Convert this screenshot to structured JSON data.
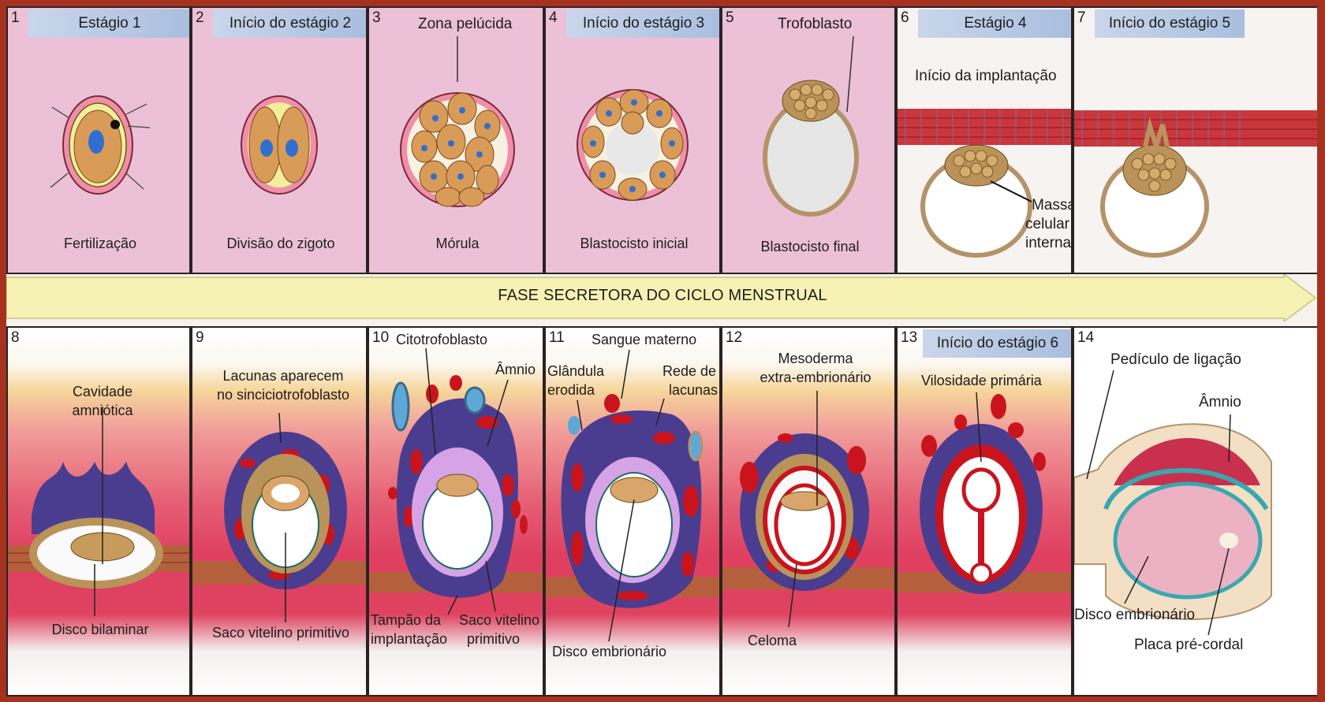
{
  "arrow_label": "FASE SECRETORA DO CICLO MENSTRUAL",
  "stages_top": [
    {
      "n": "1",
      "header": "Estágio 1",
      "caption": "Fertilização"
    },
    {
      "n": "2",
      "header": "Início do estágio 2",
      "caption": "Divisão do zigoto"
    },
    {
      "n": "3",
      "header": "Zona pelúcida",
      "caption": "Mórula"
    },
    {
      "n": "4",
      "header": "Início do estágio 3",
      "caption": "Blastocisto inicial"
    },
    {
      "n": "5",
      "header": "Trofoblasto",
      "caption": "Blastocisto final"
    },
    {
      "n": "6",
      "header": "Estágio 4",
      "subheader": "Início da implantação",
      "label_mass": [
        "Massa",
        "celular",
        "interna"
      ]
    },
    {
      "n": "7",
      "header": "Início do estágio 5"
    }
  ],
  "stages_bottom": [
    {
      "n": "8",
      "labels": [
        "Cavidade",
        "amniótica",
        "Disco bilaminar"
      ]
    },
    {
      "n": "9",
      "labels": [
        "Lacunas aparecem",
        "no sinciciotrofoblasto",
        "Saco vitelino primitivo"
      ]
    },
    {
      "n": "10",
      "labels": [
        "Citotrofoblasto",
        "Âmnio",
        "Tampão da",
        "implantação",
        "Saco vitelino",
        "primitivo"
      ]
    },
    {
      "n": "11",
      "labels": [
        "Sangue materno",
        "Glândula",
        "erodida",
        "Rede de",
        "lacunas",
        "Disco embrionário"
      ]
    },
    {
      "n": "12",
      "labels": [
        "Mesoderma",
        "extra-embrionário",
        "Celoma"
      ]
    },
    {
      "n": "13",
      "header": "Início do estágio 6",
      "labels": [
        "Vilosidade primária"
      ]
    },
    {
      "n": "14",
      "labels": [
        "Pedículo de ligação",
        "Âmnio",
        "Disco embrionário",
        "Placa pré-cordal"
      ]
    }
  ],
  "colors": {
    "frame": "#a5321f",
    "top_panel": "#ecc1d7",
    "header_blue": "#b4c6e4",
    "arrow_yellow": "#f6f2b4",
    "cell_fill": "#d99b58",
    "nucleus_blue": "#2f6fd0",
    "purple_tissue": "#4a3d8f",
    "blood_red": "#c9141e"
  }
}
